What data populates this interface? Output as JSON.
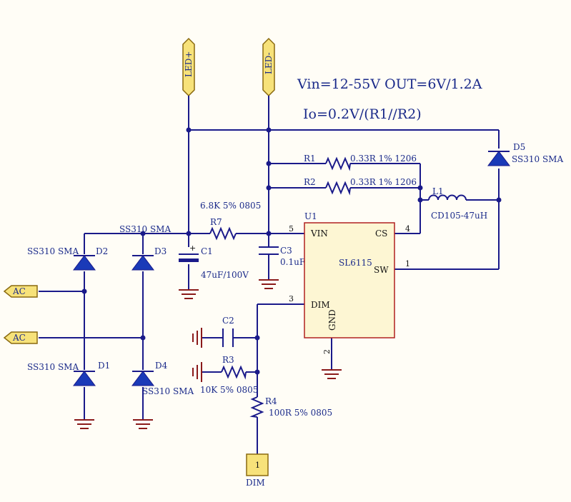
{
  "header": {
    "spec": "Vin=12-55V    OUT=6V/1.2A",
    "formula": "Io=0.2V/(R1//R2)"
  },
  "ports": {
    "led_plus": "LED+",
    "led_minus": "LED-",
    "ac1": "AC",
    "ac2": "AC",
    "dim_pin": "1",
    "dim_label": "DIM"
  },
  "components": {
    "r1_ref": "R1",
    "r1_val": "0.33R 1% 1206",
    "r2_ref": "R2",
    "r2_val": "0.33R 1% 1206",
    "r3_ref": "R3",
    "r3_val": "10K 5% 0805",
    "r4_ref": "R4",
    "r4_val": "100R 5% 0805",
    "r7_ref": "R7",
    "r7_val": "6.8K 5% 0805",
    "c1_ref": "C1",
    "c1_val": "47uF/100V",
    "c2_ref": "C2",
    "c3_ref": "C3",
    "c3_val": "0.1uF",
    "l1_ref": "L1",
    "l1_val": "CD105-47uH",
    "d1_ref": "D1",
    "d1_val": "SS310 SMA",
    "d2_ref": "D2",
    "d2_val": "SS310 SMA",
    "d3_ref": "D3",
    "d3_val": "SS310 SMA",
    "d4_ref": "D4",
    "d4_val": "SS310 SMA",
    "d5_ref": "D5",
    "d5_val": "SS310 SMA",
    "u1_ref": "U1",
    "u1_part": "SL6115"
  },
  "ic_pins": {
    "vin_name": "VIN",
    "vin_num": "5",
    "cs_name": "CS",
    "cs_num": "4",
    "sw_name": "SW",
    "sw_num": "1",
    "dim_name": "DIM",
    "dim_num": "3",
    "gnd_name": "GND",
    "gnd_num": "2"
  },
  "colors": {
    "background": "#fffdf6",
    "wire": "#1a1a8a",
    "ground": "#8a1a1a",
    "port_fill": "#f7e27a",
    "ic_fill": "#fdf6d3",
    "ic_border": "#b02020"
  }
}
